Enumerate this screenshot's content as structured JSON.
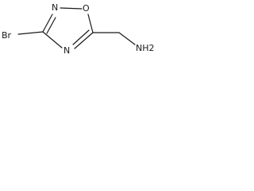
{
  "molecule": {
    "atoms": {
      "bromine": "Br",
      "ring_nitrogen_top": "N",
      "ring_oxygen": "O",
      "ring_nitrogen_bottom": "N",
      "amine": "NH2"
    }
  }
}
